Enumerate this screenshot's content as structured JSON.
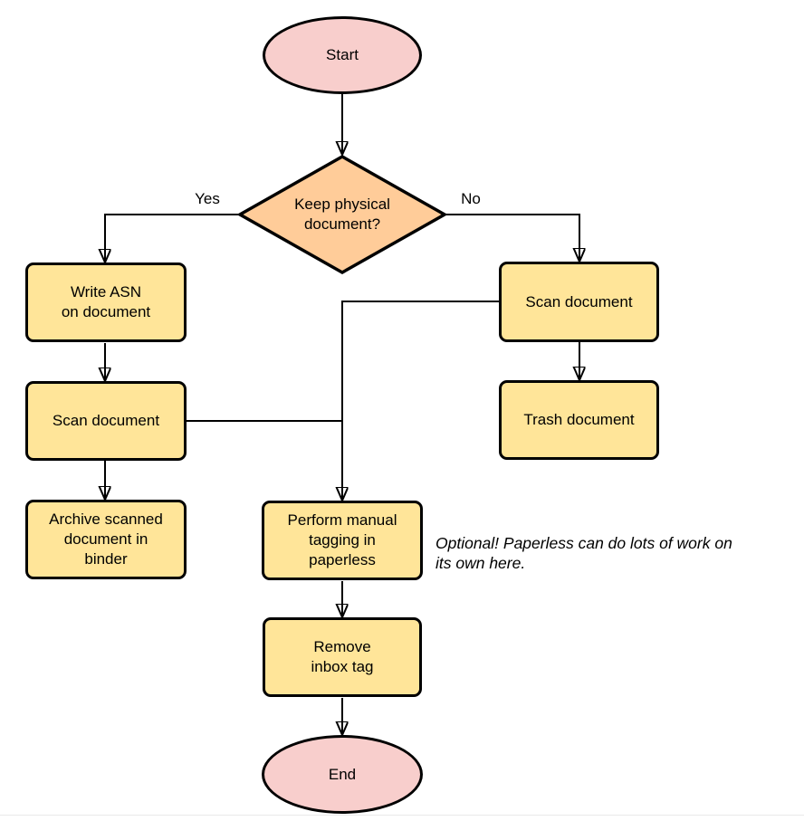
{
  "colors": {
    "terminal_fill": "#f8cecc",
    "decision_fill": "#ffcc99",
    "process_fill": "#ffe599",
    "stroke": "#000000"
  },
  "nodes": {
    "start": {
      "type": "terminal",
      "label": "Start"
    },
    "decision": {
      "type": "decision",
      "label": "Keep physical\ndocument?"
    },
    "write_asn": {
      "type": "process",
      "label": "Write ASN\non document"
    },
    "scan_left": {
      "type": "process",
      "label": "Scan document"
    },
    "archive": {
      "type": "process",
      "label": "Archive scanned\ndocument in\nbinder"
    },
    "scan_right": {
      "type": "process",
      "label": "Scan document"
    },
    "trash": {
      "type": "process",
      "label": "Trash document"
    },
    "tagging": {
      "type": "process",
      "label": "Perform manual\ntagging in\npaperless"
    },
    "remove_inbox": {
      "type": "process",
      "label": "Remove\ninbox tag"
    },
    "end": {
      "type": "terminal",
      "label": "End"
    }
  },
  "edge_labels": {
    "yes": "Yes",
    "no": "No"
  },
  "annotation": "Optional! Paperless can do lots of work on\nits own here."
}
